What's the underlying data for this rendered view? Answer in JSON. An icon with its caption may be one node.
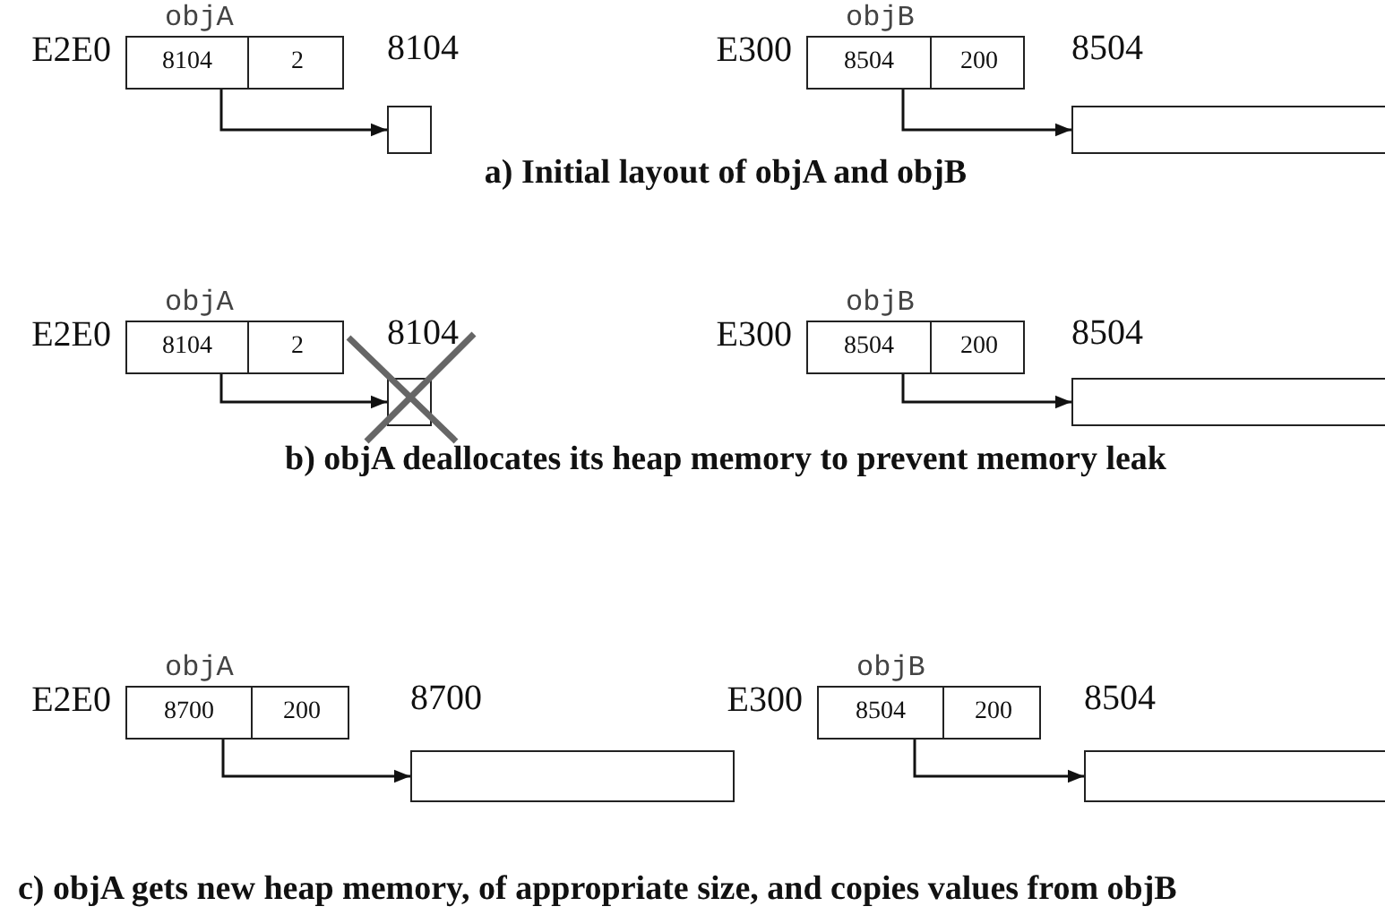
{
  "diagram": {
    "nodes": [
      {
        "text": [
          "objA"
        ],
        "beside": [
          "E2E0"
        ]
      },
      {
        "text": [
          "8104"
        ],
        "in": 0
      },
      {
        "text": [
          "2"
        ],
        "in": 0
      },
      {
        "text": [],
        "shape": "box",
        "beside": [
          "8104"
        ]
      },
      {
        "text": [
          "objB"
        ],
        "beside": [
          "E300"
        ]
      },
      {
        "text": [
          "8504"
        ],
        "in": 4
      },
      {
        "text": [
          "200"
        ],
        "in": 4
      },
      {
        "text": [],
        "shape": "box",
        "beside": [
          "8504"
        ]
      },
      {
        "text": [
          "objA"
        ],
        "beside": [
          "E2E0"
        ]
      },
      {
        "text": [
          "8104"
        ],
        "in": 8
      },
      {
        "text": [
          "2"
        ],
        "in": 8
      },
      {
        "text": [],
        "shape": "box",
        "beside": [
          "8104"
        ]
      },
      {
        "text": [
          "objB"
        ],
        "beside": [
          "E300"
        ]
      },
      {
        "text": [
          "8504"
        ],
        "in": 12
      },
      {
        "text": [
          "200"
        ],
        "in": 12
      },
      {
        "text": [],
        "shape": "box",
        "beside": [
          "8504"
        ]
      },
      {
        "text": [
          "objA"
        ],
        "beside": [
          "E2E0"
        ]
      },
      {
        "text": [
          "8700"
        ],
        "in": 16
      },
      {
        "text": [
          "200"
        ],
        "in": 16
      },
      {
        "text": [],
        "shape": "box",
        "beside": [
          "8700"
        ]
      },
      {
        "text": [
          "objB"
        ],
        "beside": [
          "E300"
        ]
      },
      {
        "text": [
          "8504"
        ],
        "in": 20
      },
      {
        "text": [
          "200"
        ],
        "in": 20
      },
      {
        "text": [],
        "shape": "box",
        "beside": [
          "8504"
        ]
      }
    ],
    "edges": [
      {
        "from": 1,
        "to": 3,
        "arrow": "to"
      },
      {
        "from": 5,
        "to": 7,
        "arrow": "to"
      },
      {
        "from": 9,
        "to": 11,
        "arrow": "to"
      },
      {
        "from": 13,
        "to": 15,
        "arrow": "to"
      },
      {
        "from": 17,
        "to": 19,
        "arrow": "to"
      },
      {
        "from": 21,
        "to": 23,
        "arrow": "to"
      }
    ],
    "labels": [
      "a) Initial layout of objA and objB",
      "b) objA deallocates its heap memory to prevent memory leak",
      "c) objA gets new heap memory, of appropriate size, and copies values from objB"
    ]
  }
}
